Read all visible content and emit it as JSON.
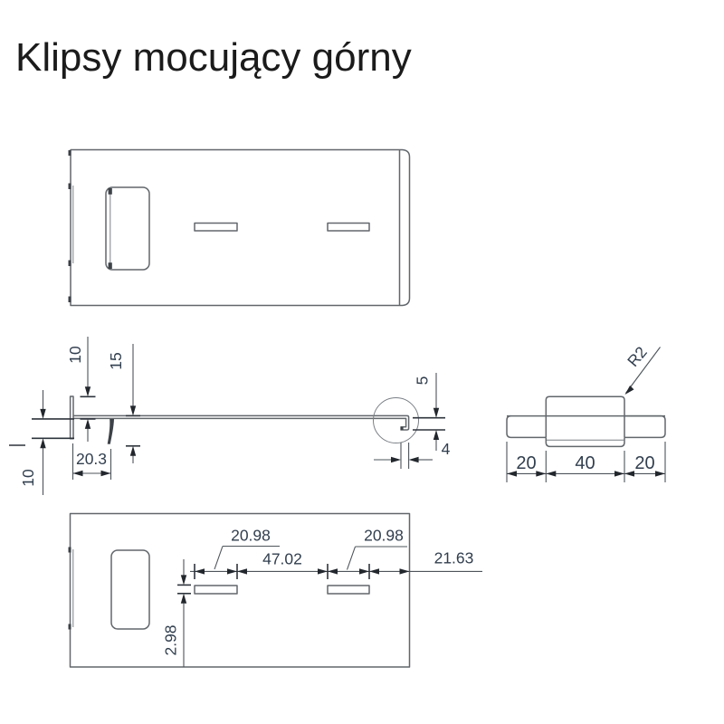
{
  "title": "Klipsy mocujący górny",
  "views": {
    "side": {
      "dim_flange_above": "10",
      "dim_hook_depth": "15",
      "dim_flange_below": "10",
      "dim_hook_offset": "20.3",
      "dim_end_height": "5",
      "dim_end_foot": "4"
    },
    "end": {
      "radius_label": "R2",
      "dim_left": "20",
      "dim_mid": "40",
      "dim_right": "20"
    },
    "bottom": {
      "dim_slot1": "20.98",
      "dim_gap": "47.02",
      "dim_slot2": "20.98",
      "dim_edge": "21.63",
      "dim_slot_height": "2.98"
    }
  },
  "colors": {
    "line": "#62676c",
    "dimension_text": "#313e4e",
    "title_text": "#1b1b1b",
    "background": "#ffffff"
  }
}
